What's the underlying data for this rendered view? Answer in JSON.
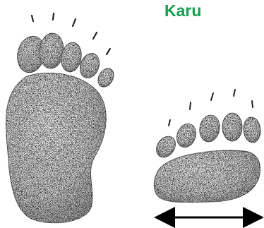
{
  "title": "Karu",
  "colors": {
    "title": "#13a04a",
    "ink": "#1e1e1e",
    "print_fill": "#e9e9e9",
    "print_shadow": "#b9b9b9"
  },
  "figures": {
    "hind_print": {
      "label": "",
      "toes": 5,
      "claws": 5
    },
    "front_print": {
      "label": "",
      "toes": 5,
      "claws": 5
    },
    "width_arrow": {
      "label": ""
    }
  }
}
